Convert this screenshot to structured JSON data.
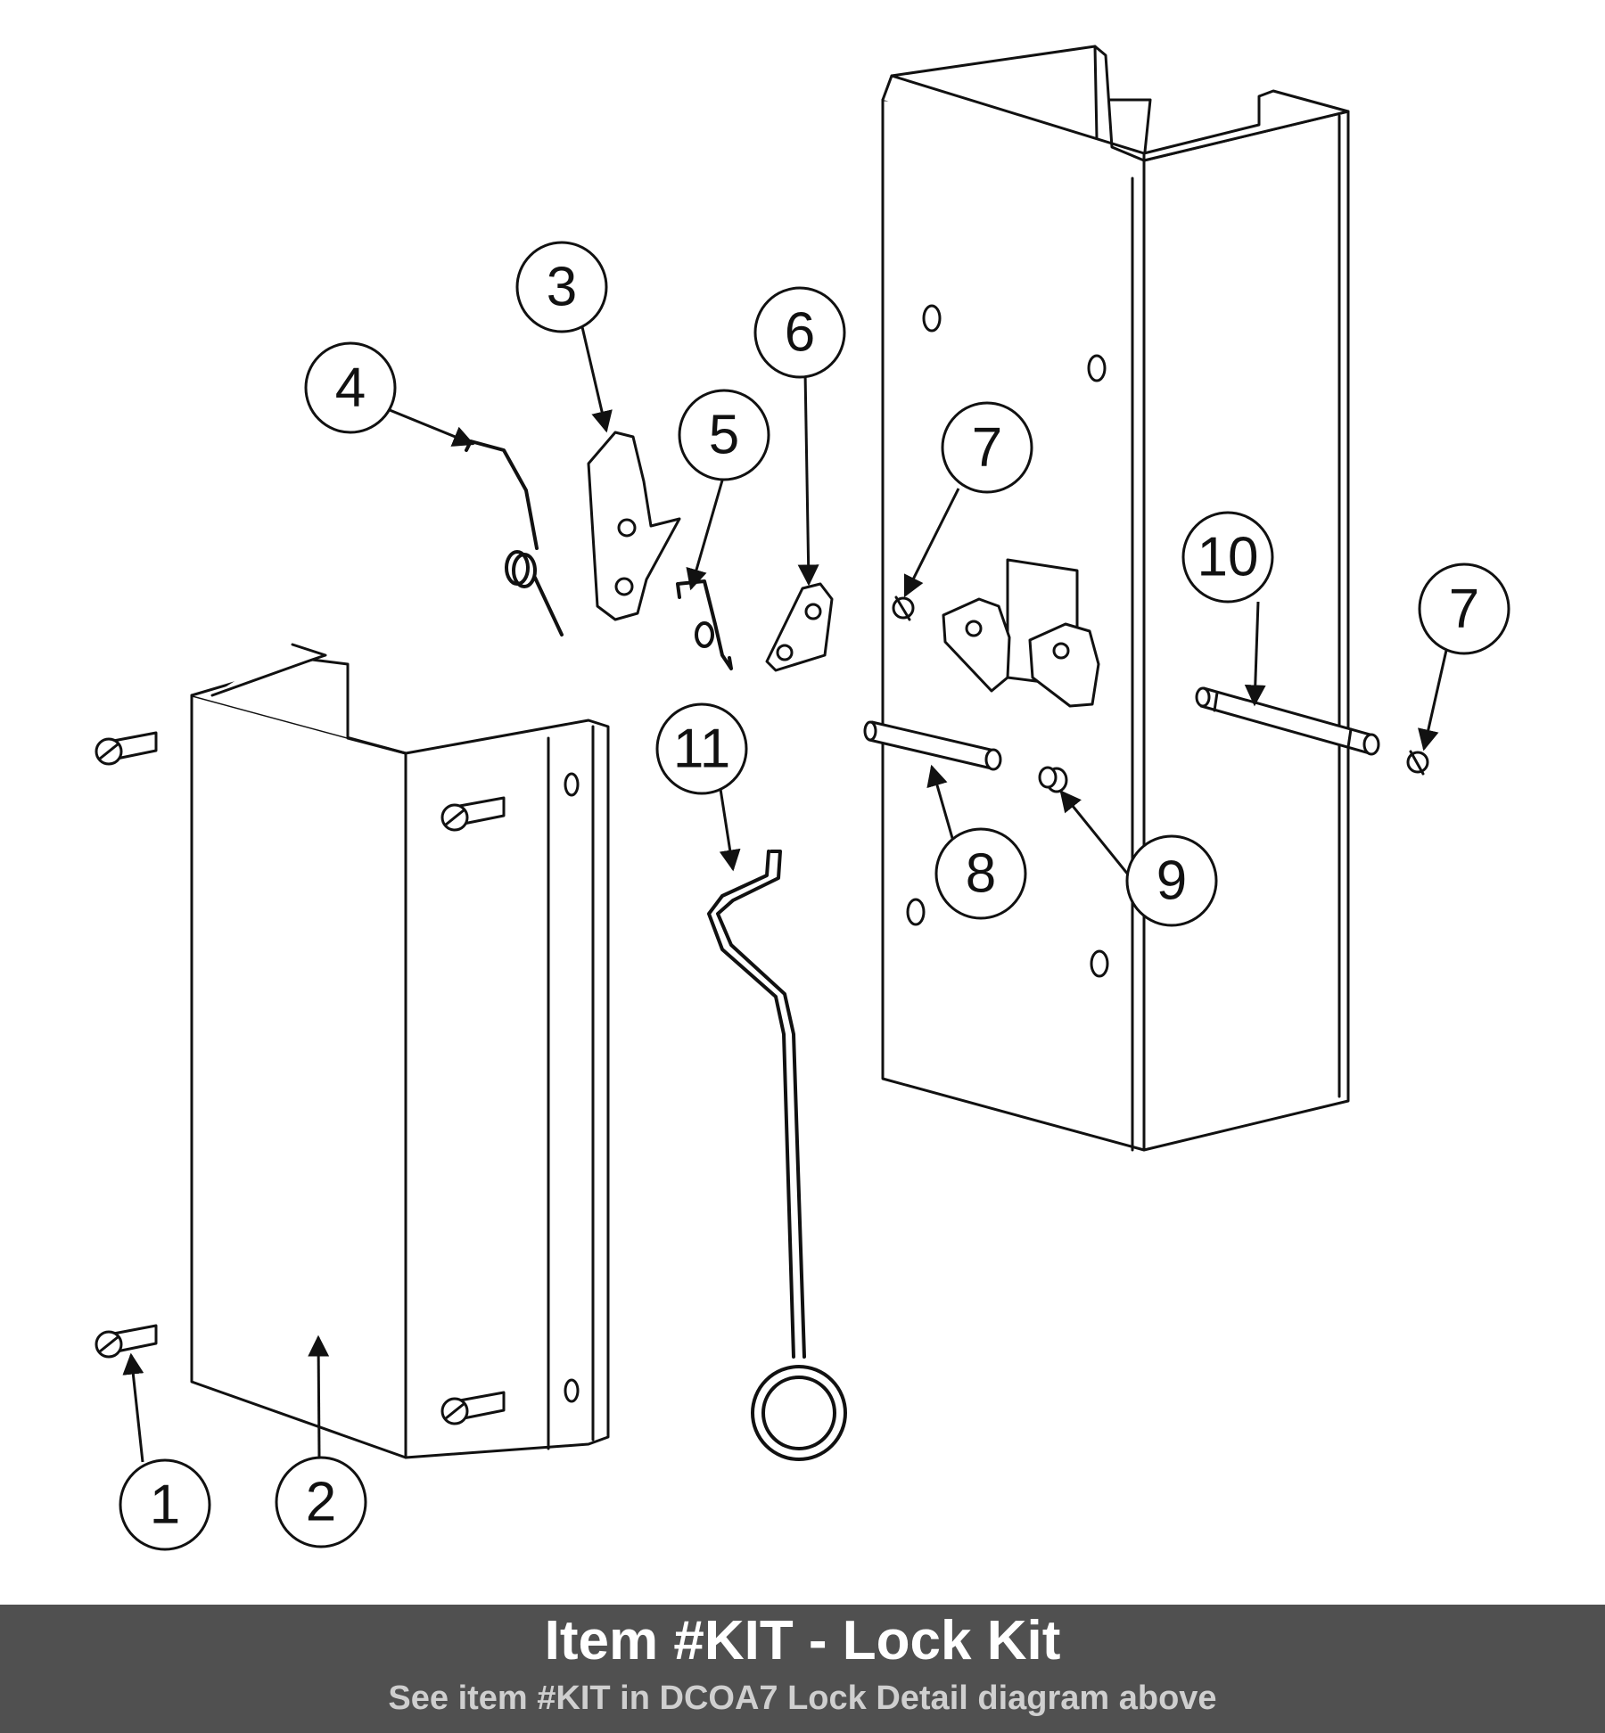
{
  "diagram": {
    "callouts": [
      "1",
      "2",
      "3",
      "4",
      "5",
      "6",
      "7",
      "7",
      "8",
      "9",
      "10",
      "11"
    ]
  },
  "footer": {
    "title": "Item #KIT - Lock Kit",
    "subtitle": "See item #KIT in DCOA7 Lock Detail diagram above",
    "background": "#505050"
  }
}
